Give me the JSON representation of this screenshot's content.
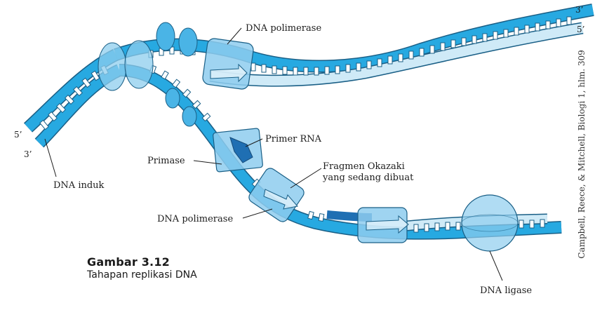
{
  "labels": {
    "dna_polimerase_top": "DNA polimerase",
    "primer_rna": "Primer RNA",
    "primase": "Primase",
    "fragmen_okazaki_line1": "Fragmen Okazaki",
    "fragmen_okazaki_line2": "yang sedang dibuat",
    "dna_polimerase_bottom": "DNA polimerase",
    "dna_induk": "DNA induk",
    "dna_ligase": "DNA ligase"
  },
  "strand_ends": {
    "left_5": "5’",
    "left_3": "3’",
    "right_3": "3’",
    "right_5": "5’"
  },
  "caption": {
    "number": "Gambar 3.12",
    "text": "Tahapan replikasi DNA"
  },
  "credit": "Campbell, Reece, & Mitchell, Biologi 1, hlm. 309",
  "colors": {
    "strand_blue": "#27a9e1",
    "strand_light": "#cfeaf7",
    "strand_outline": "#1a5f86",
    "primer_dark": "#1f6fb3",
    "enzyme_fill": "#8ecdee",
    "helicase_fill": "#4ab4e6"
  }
}
